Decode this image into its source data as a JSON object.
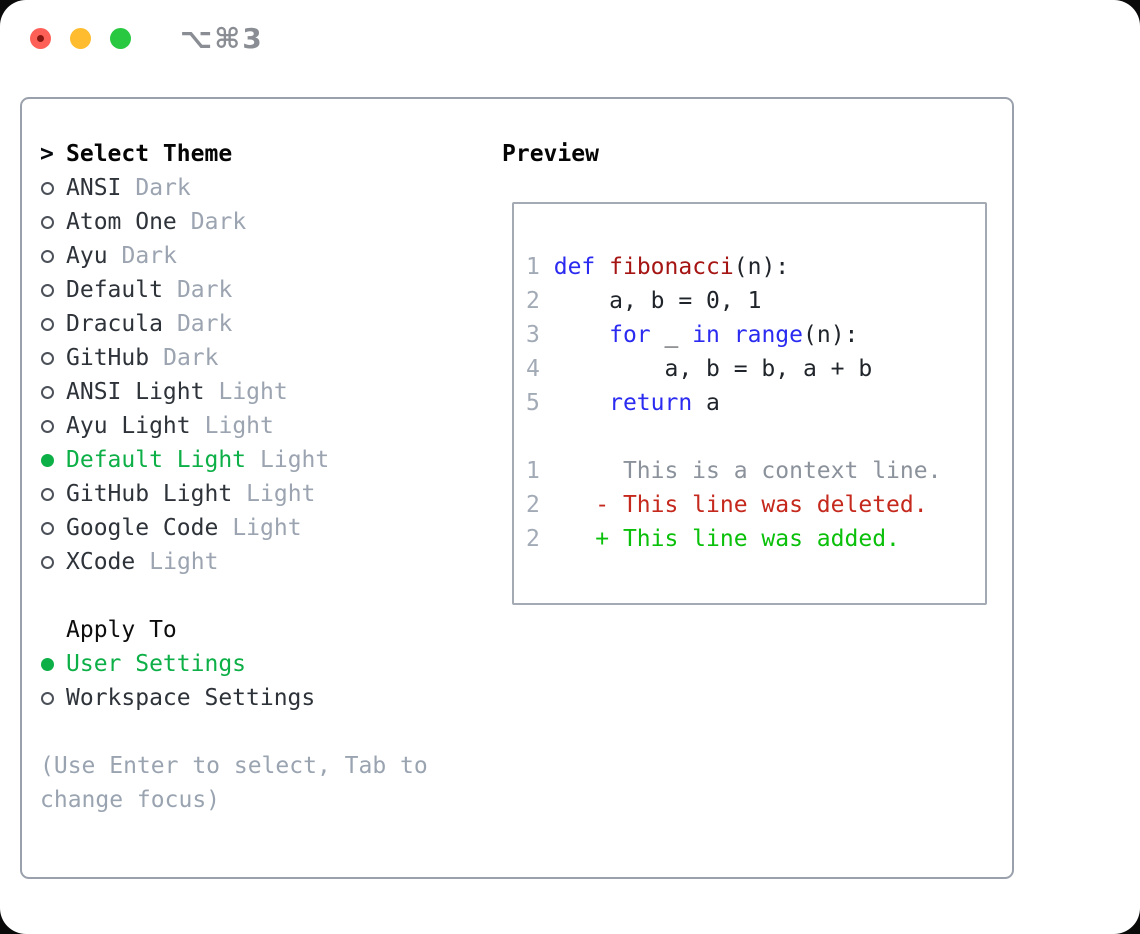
{
  "window": {
    "title": "⌥⌘3"
  },
  "colors": {
    "traffic_red": "#fe5f57",
    "traffic_yellow": "#febc2e",
    "traffic_green": "#28c840",
    "selection_green": "#0daf47",
    "keyword_blue": "#2a2af0",
    "function_red": "#a51513",
    "diff_added_green": "#0ac00a",
    "diff_deleted_red": "#c5281c",
    "context_gray": "#8b929b",
    "line_number_gray": "#a2aab6",
    "tag_gray": "#9ba4b0",
    "panel_border": "#9aa1ac"
  },
  "panel": {
    "select_header": {
      "prefix": ">",
      "label": "Select Theme"
    },
    "themes": [
      {
        "name": "ANSI",
        "tag": "Dark",
        "selected": false
      },
      {
        "name": "Atom One",
        "tag": "Dark",
        "selected": false
      },
      {
        "name": "Ayu",
        "tag": "Dark",
        "selected": false
      },
      {
        "name": "Default",
        "tag": "Dark",
        "selected": false
      },
      {
        "name": "Dracula",
        "tag": "Dark",
        "selected": false
      },
      {
        "name": "GitHub",
        "tag": "Dark",
        "selected": false
      },
      {
        "name": "ANSI Light",
        "tag": "Light",
        "selected": false
      },
      {
        "name": "Ayu Light",
        "tag": "Light",
        "selected": false
      },
      {
        "name": "Default Light",
        "tag": "Light",
        "selected": true
      },
      {
        "name": "GitHub Light",
        "tag": "Light",
        "selected": false
      },
      {
        "name": "Google Code",
        "tag": "Light",
        "selected": false
      },
      {
        "name": "XCode",
        "tag": "Light",
        "selected": false
      }
    ],
    "apply_to": {
      "label": "Apply To",
      "options": [
        {
          "label": "User Settings",
          "selected": true
        },
        {
          "label": "Workspace Settings",
          "selected": false
        }
      ]
    },
    "hint_line1": "(Use Enter to select, Tab to",
    "hint_line2": "change focus)"
  },
  "preview": {
    "label": "Preview",
    "code": [
      {
        "num": "1",
        "seg": [
          {
            "t": " ",
            "c": "p"
          },
          {
            "t": "def",
            "c": "kw"
          },
          {
            "t": " ",
            "c": "p"
          },
          {
            "t": "fibonacci",
            "c": "fn"
          },
          {
            "t": "(n):",
            "c": "p"
          }
        ]
      },
      {
        "num": "2",
        "seg": [
          {
            "t": "     a, b = 0, 1",
            "c": "p"
          }
        ]
      },
      {
        "num": "3",
        "seg": [
          {
            "t": "     ",
            "c": "p"
          },
          {
            "t": "for",
            "c": "kw"
          },
          {
            "t": " _ ",
            "c": "p"
          },
          {
            "t": "in",
            "c": "kw"
          },
          {
            "t": " ",
            "c": "p"
          },
          {
            "t": "range",
            "c": "kw"
          },
          {
            "t": "(n):",
            "c": "p"
          }
        ]
      },
      {
        "num": "4",
        "seg": [
          {
            "t": "         a, b = b, a + b",
            "c": "p"
          }
        ]
      },
      {
        "num": "5",
        "seg": [
          {
            "t": "     ",
            "c": "p"
          },
          {
            "t": "return",
            "c": "kw"
          },
          {
            "t": " a",
            "c": "p"
          }
        ]
      }
    ],
    "diff": [
      {
        "num": "1",
        "seg": [
          {
            "t": "      This is a context line.",
            "c": "ctx"
          }
        ]
      },
      {
        "num": "2",
        "seg": [
          {
            "t": "    ",
            "c": "p"
          },
          {
            "t": "- This line was deleted.",
            "c": "del"
          }
        ]
      },
      {
        "num": "2",
        "seg": [
          {
            "t": "    ",
            "c": "p"
          },
          {
            "t": "+ This line was added.",
            "c": "add"
          }
        ]
      }
    ]
  }
}
